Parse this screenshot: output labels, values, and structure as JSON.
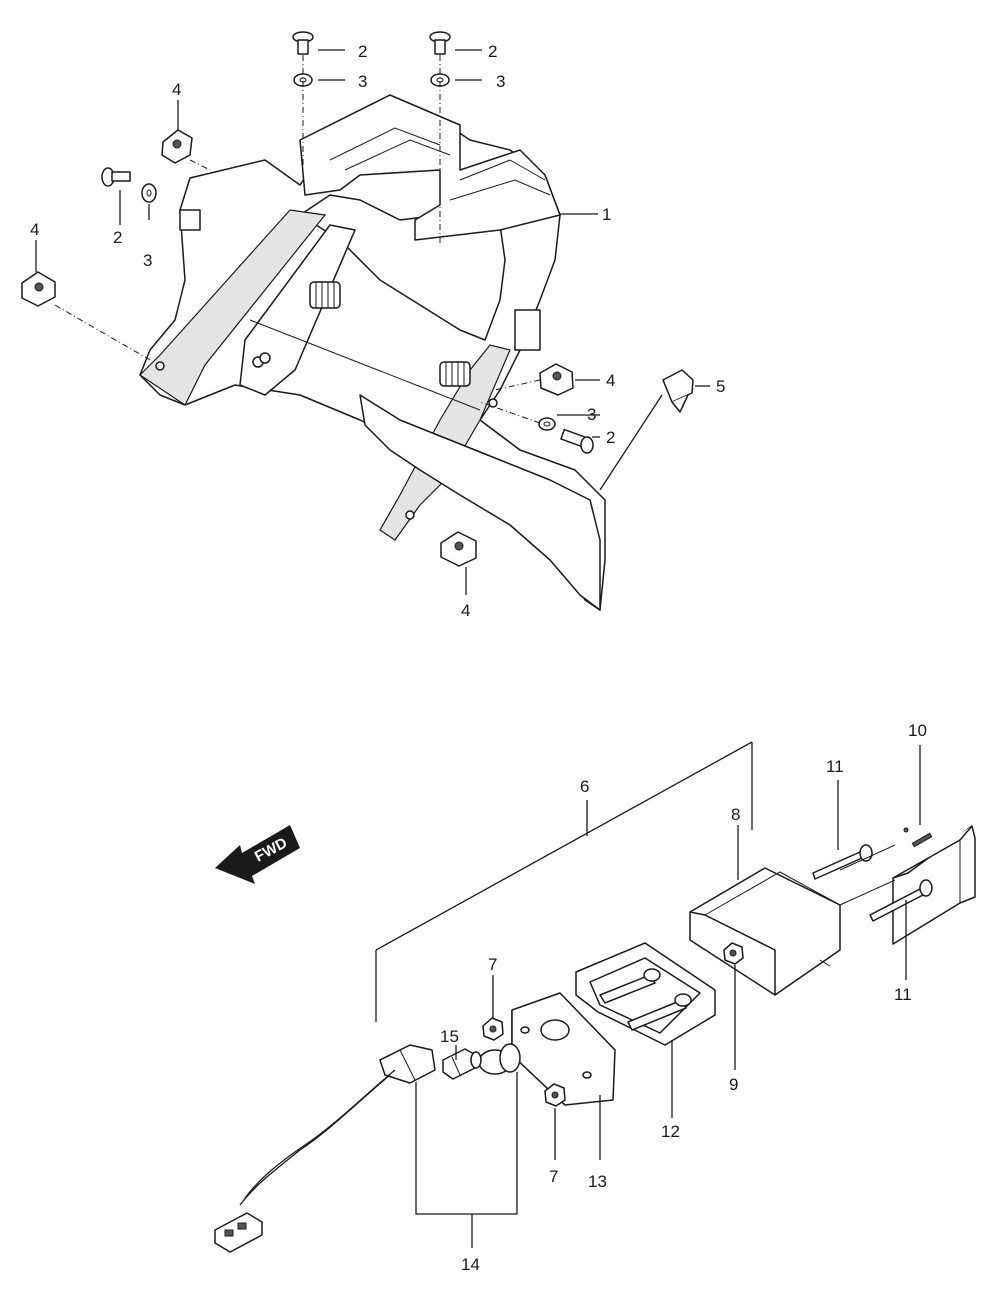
{
  "fwd_label": "FWD",
  "callouts": {
    "c1": "1",
    "c2a": "2",
    "c2b": "2",
    "c2c": "2",
    "c2d": "2",
    "c3a": "3",
    "c3b": "3",
    "c3c": "3",
    "c3d": "3",
    "c4a": "4",
    "c4b": "4",
    "c4c": "4",
    "c4d": "4",
    "c5": "5",
    "c6": "6",
    "c7a": "7",
    "c7b": "7",
    "c8": "8",
    "c9": "9",
    "c10": "10",
    "c11a": "11",
    "c11b": "11",
    "c12": "12",
    "c13": "13",
    "c14": "14",
    "c15": "15"
  }
}
